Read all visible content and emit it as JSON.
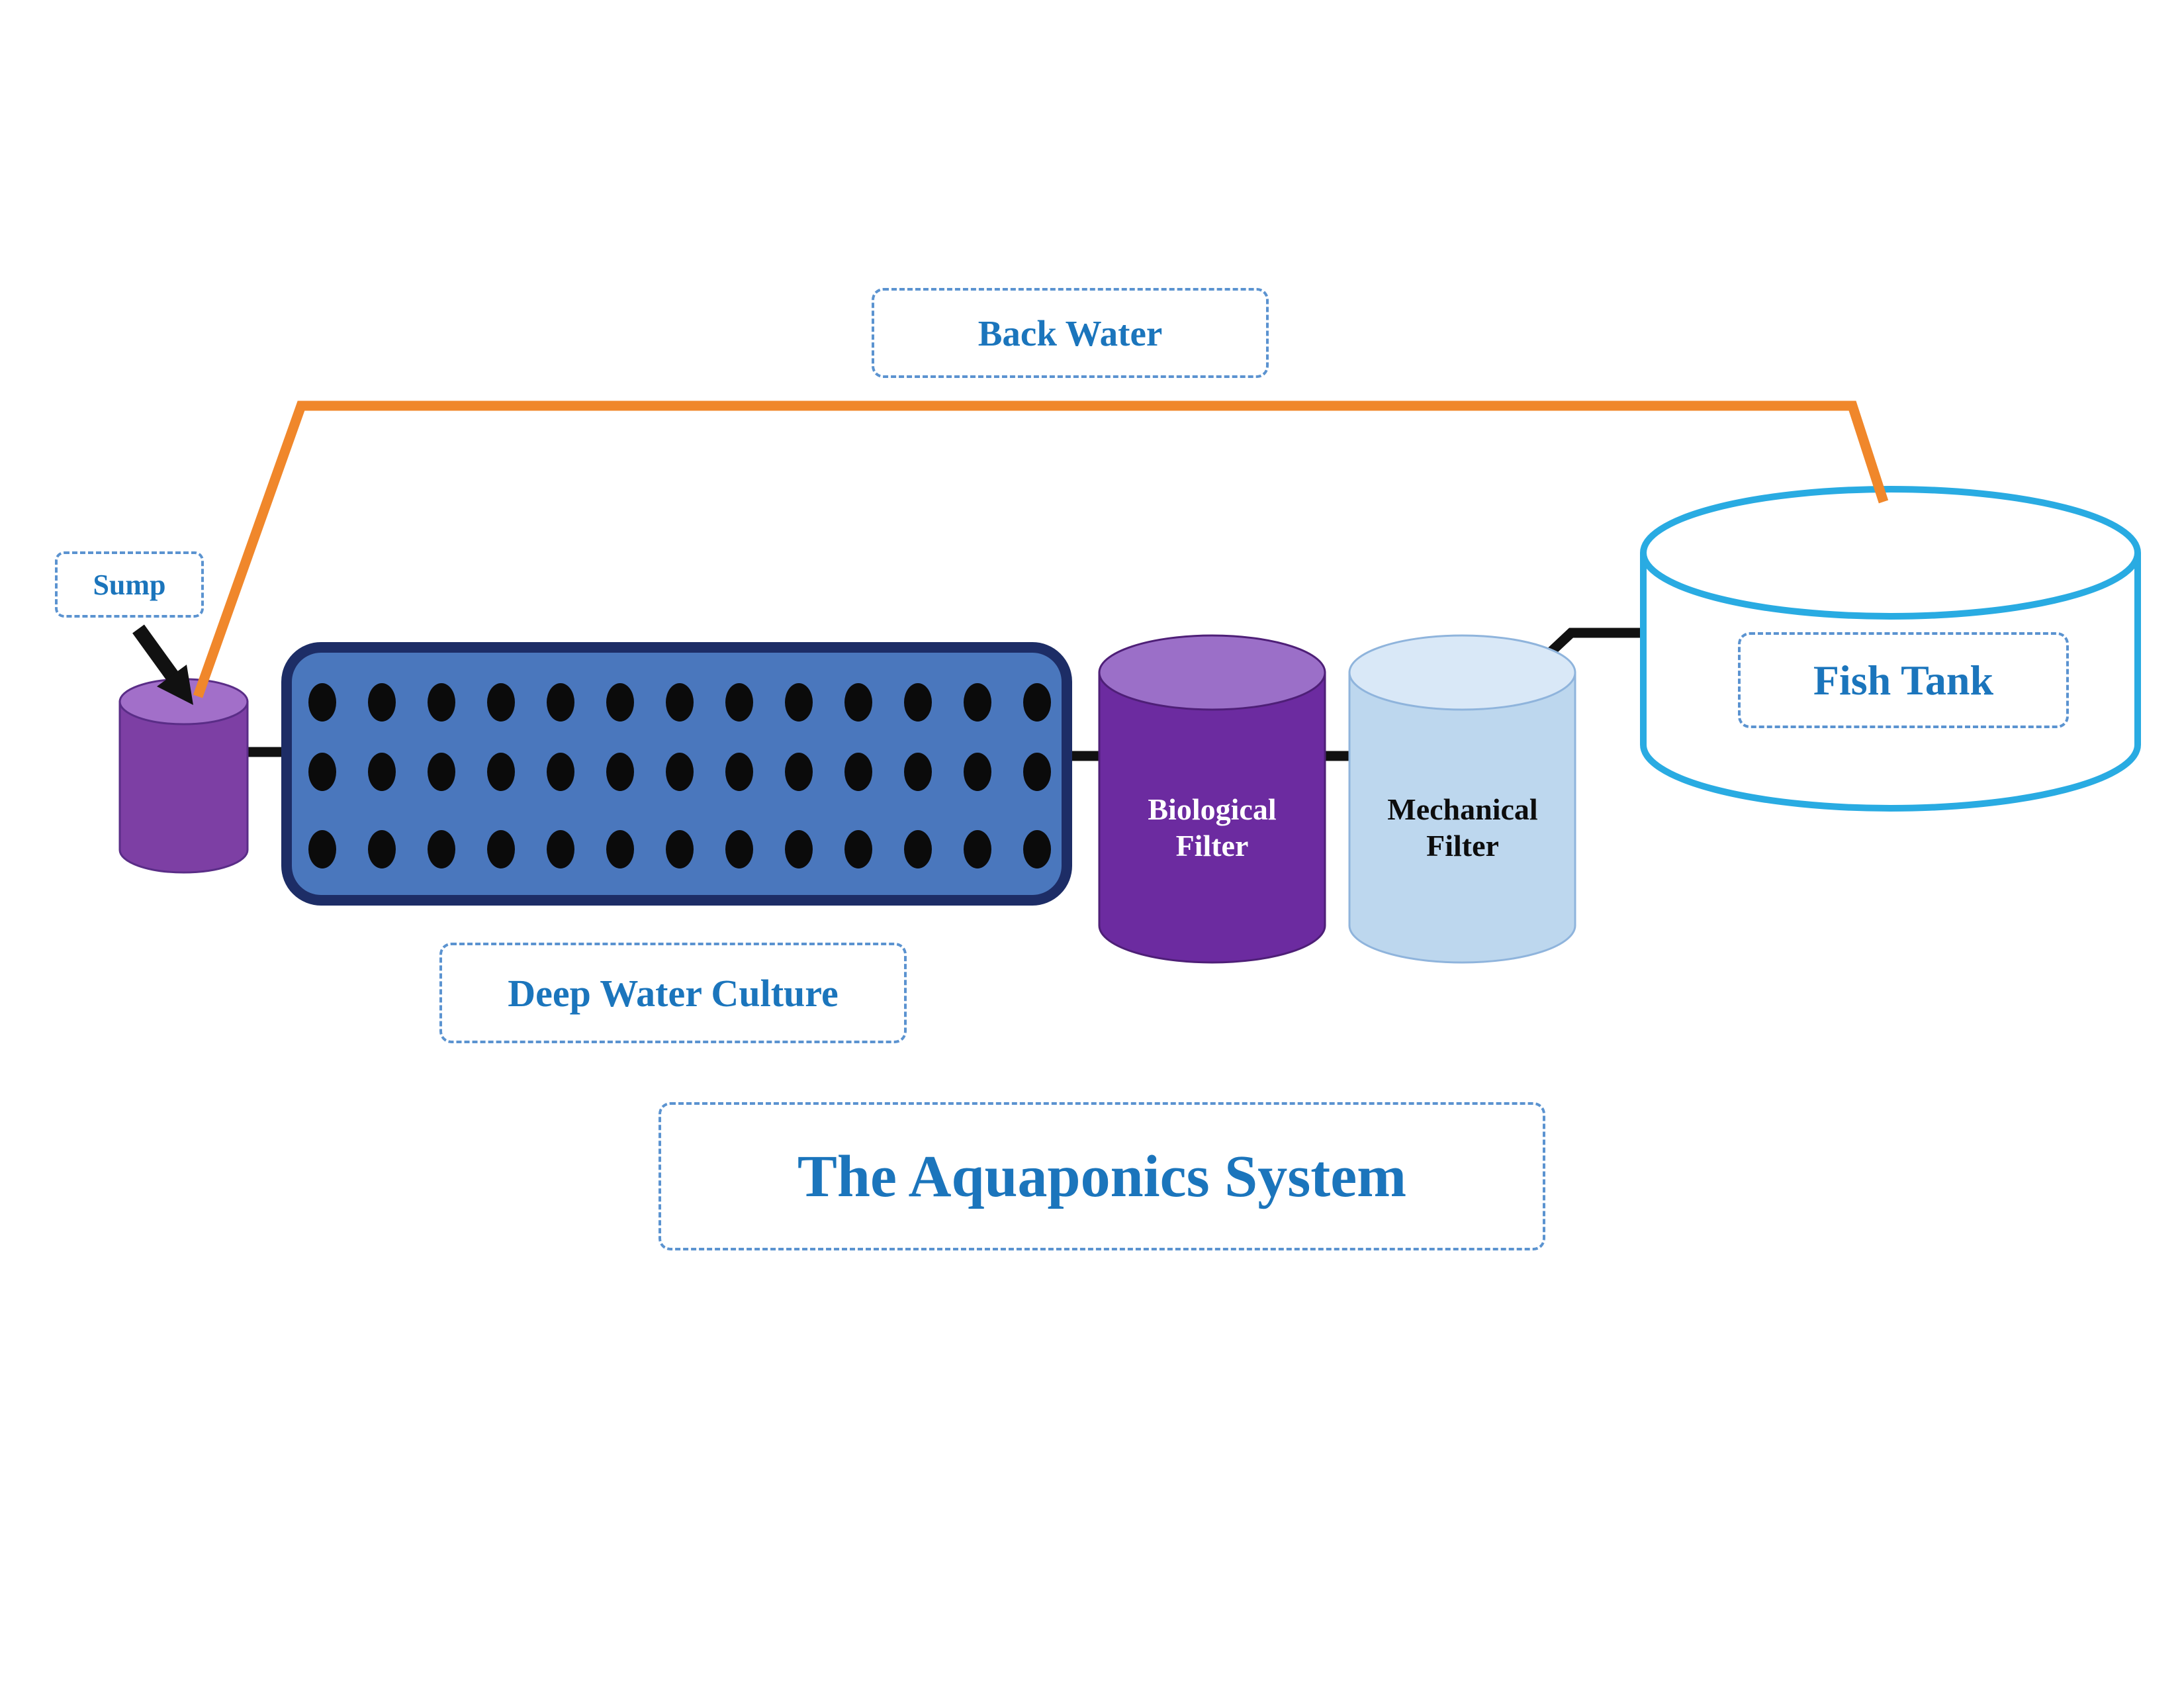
{
  "title": {
    "label": "The Aquaponics System"
  },
  "labels": {
    "back_water": "Back Water",
    "sump": "Sump",
    "fish_tank": "Fish Tank",
    "deep_water_culture": "Deep Water Culture",
    "biological_filter": "Biological\nFilter",
    "mechanical_filter": "Mechanical\nFilter"
  },
  "colors": {
    "label_text_blue": "#1B75BC",
    "dashed_border_blue": "#5B93D0",
    "back_water_pipe_orange": "#F0872B",
    "connector_black": "#111111",
    "sump_body_purple": "#7D3FA4",
    "sump_top_purple": "#A26FC9",
    "raft_fill_blue": "#4A77BD",
    "raft_border_navy": "#1D2D66",
    "raft_hole_black": "#0B0B0B",
    "biological_filter_body": "#6C2BA0",
    "biological_filter_top": "#9B6FC8",
    "mechanical_filter_body": "#BDD7EE",
    "mechanical_filter_top": "#D9E8F7",
    "fish_tank_outline_cyan": "#29ABE2",
    "fish_tank_fill": "#FFFFFF"
  },
  "diagram": {
    "type": "flow-diagram",
    "components": [
      {
        "name": "Sump",
        "shape": "cylinder",
        "color": "#7D3FA4"
      },
      {
        "name": "Deep Water Culture",
        "shape": "raft-with-holes",
        "color": "#4A77BD"
      },
      {
        "name": "Biological Filter",
        "shape": "cylinder",
        "color": "#6C2BA0"
      },
      {
        "name": "Mechanical Filter",
        "shape": "cylinder",
        "color": "#BDD7EE"
      },
      {
        "name": "Fish Tank",
        "shape": "cylinder",
        "color": "#FFFFFF"
      }
    ],
    "flows": [
      {
        "from": "Fish Tank",
        "to": "Sump",
        "label": "Back Water",
        "color": "#F0872B"
      },
      {
        "from": "Sump",
        "to": "Deep Water Culture",
        "color": "#111111"
      },
      {
        "from": "Deep Water Culture",
        "to": "Biological Filter",
        "color": "#111111"
      },
      {
        "from": "Biological Filter",
        "to": "Mechanical Filter",
        "color": "#111111"
      },
      {
        "from": "Mechanical Filter",
        "to": "Fish Tank",
        "color": "#111111"
      }
    ],
    "raft": {
      "rows": 3,
      "holes_per_row": 13
    }
  }
}
